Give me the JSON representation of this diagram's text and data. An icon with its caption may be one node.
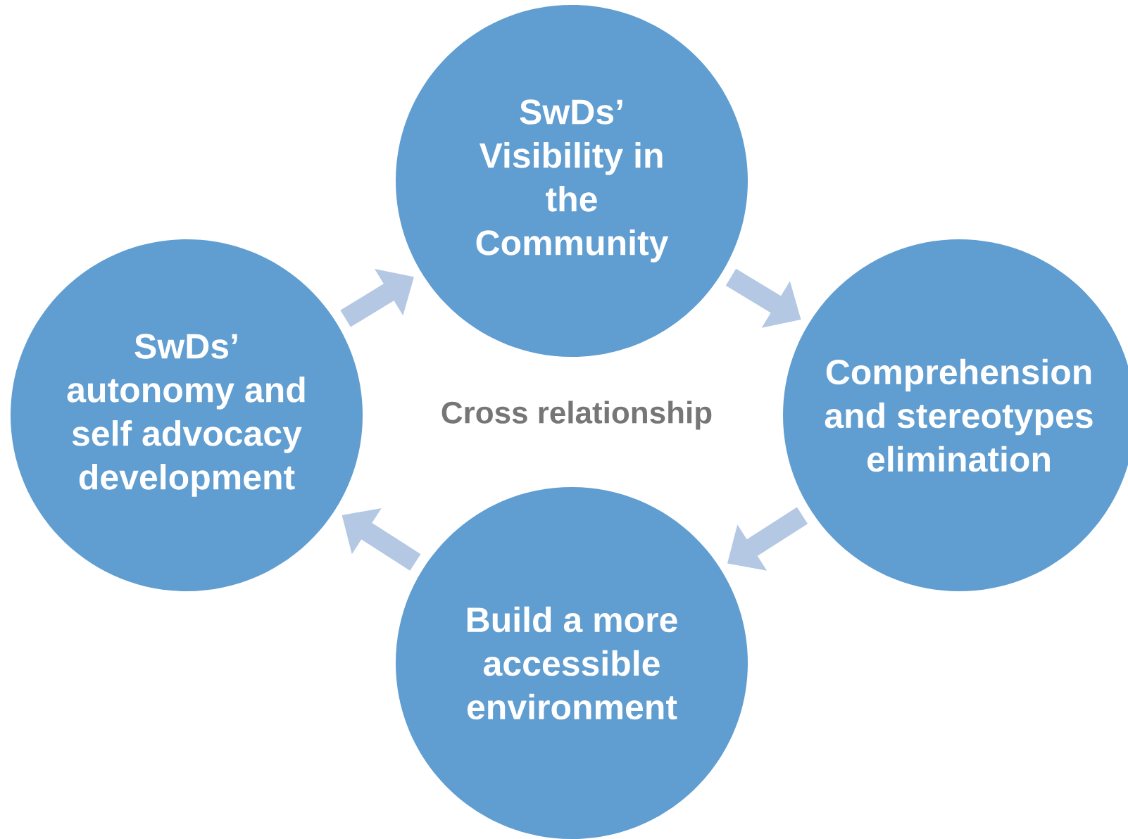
{
  "diagram": {
    "nodes": [
      {
        "text": [
          "SwDs’ Visibility in the Community"
        ]
      },
      {
        "text": [
          "SwDs’ autonomy and self advocacy development"
        ]
      },
      {
        "text": [
          "Comprehension and stereotypes elimination"
        ]
      },
      {
        "text": [
          "Build a more accessible environment"
        ]
      }
    ],
    "edges": [
      {
        "from": 1,
        "to": 0,
        "arrow": "to"
      },
      {
        "from": 0,
        "to": 2,
        "arrow": "to"
      },
      {
        "from": 2,
        "to": 3,
        "arrow": "to"
      },
      {
        "from": 3,
        "to": 1,
        "arrow": "to"
      }
    ],
    "labels": [
      "Cross relationship"
    ]
  }
}
